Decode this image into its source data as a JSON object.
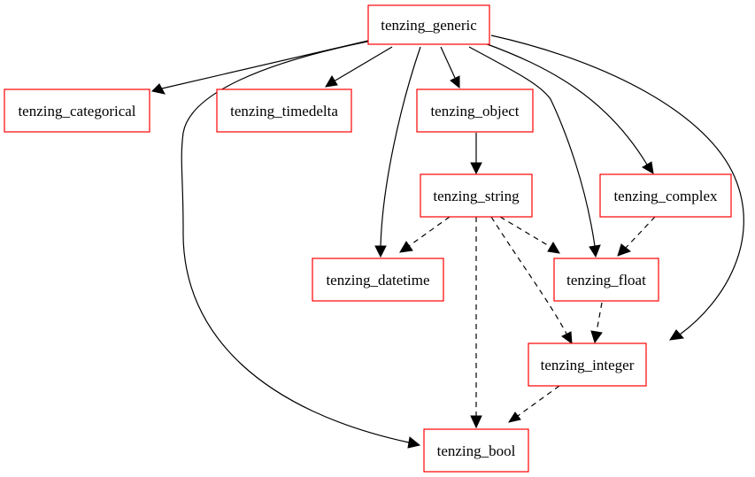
{
  "graph": {
    "node_border_color": "#ff0000",
    "edge_color": "#000000",
    "nodes": [
      {
        "id": "generic",
        "label": "tenzing_generic"
      },
      {
        "id": "categorical",
        "label": "tenzing_categorical"
      },
      {
        "id": "timedelta",
        "label": "tenzing_timedelta"
      },
      {
        "id": "object",
        "label": "tenzing_object"
      },
      {
        "id": "string",
        "label": "tenzing_string"
      },
      {
        "id": "complex",
        "label": "tenzing_complex"
      },
      {
        "id": "datetime",
        "label": "tenzing_datetime"
      },
      {
        "id": "float",
        "label": "tenzing_float"
      },
      {
        "id": "integer",
        "label": "tenzing_integer"
      },
      {
        "id": "bool",
        "label": "tenzing_bool"
      }
    ],
    "edges": [
      {
        "from": "generic",
        "to": "categorical",
        "style": "solid"
      },
      {
        "from": "generic",
        "to": "timedelta",
        "style": "solid"
      },
      {
        "from": "generic",
        "to": "object",
        "style": "solid"
      },
      {
        "from": "generic",
        "to": "datetime",
        "style": "solid"
      },
      {
        "from": "generic",
        "to": "float",
        "style": "solid"
      },
      {
        "from": "generic",
        "to": "complex",
        "style": "solid"
      },
      {
        "from": "generic",
        "to": "integer",
        "style": "solid"
      },
      {
        "from": "generic",
        "to": "bool",
        "style": "solid"
      },
      {
        "from": "object",
        "to": "string",
        "style": "solid"
      },
      {
        "from": "string",
        "to": "datetime",
        "style": "dashed"
      },
      {
        "from": "string",
        "to": "float",
        "style": "dashed"
      },
      {
        "from": "string",
        "to": "integer",
        "style": "dashed"
      },
      {
        "from": "string",
        "to": "bool",
        "style": "dashed"
      },
      {
        "from": "complex",
        "to": "float",
        "style": "dashed"
      },
      {
        "from": "float",
        "to": "integer",
        "style": "dashed"
      },
      {
        "from": "integer",
        "to": "bool",
        "style": "dashed"
      }
    ]
  }
}
